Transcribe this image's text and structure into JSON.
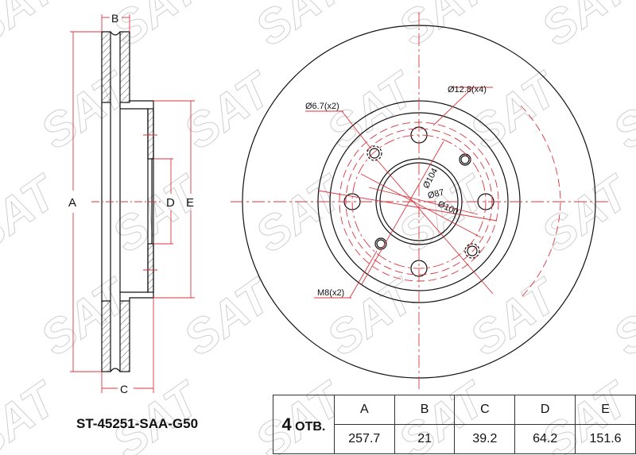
{
  "watermark": "SAT",
  "side_view": {
    "labels": {
      "A": "A",
      "B": "B",
      "C": "C",
      "D": "D",
      "E": "E"
    }
  },
  "front_view": {
    "callouts": {
      "hole_12_8": "Ø12.8(x4)",
      "hole_6_7": "Ø6.7(x2)",
      "thread_m8": "M8(x2)",
      "d104": "Ø104",
      "d87": "Ø87",
      "d100": "Ø100"
    }
  },
  "part_number": "ST-45251-SAA-G50",
  "spec_table": {
    "holes_count": "4",
    "holes_label": "ОТВ.",
    "headers": [
      "A",
      "B",
      "C",
      "D",
      "E"
    ],
    "values": [
      "257.7",
      "21",
      "39.2",
      "64.2",
      "151.6"
    ]
  },
  "colors": {
    "dimension": "#d9363e",
    "outline": "#111111",
    "watermark": "#c8c8c8"
  }
}
